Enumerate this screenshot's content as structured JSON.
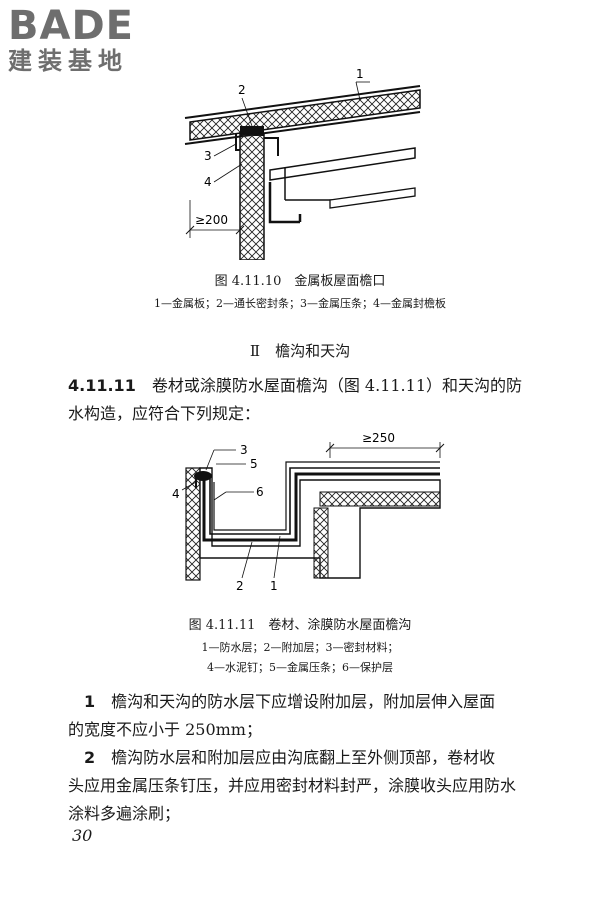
{
  "logo": {
    "wordmark": "BADE",
    "subtitle": "建装基地"
  },
  "figure1": {
    "labels": [
      "1",
      "2",
      "3",
      "4"
    ],
    "dimension": "≥200",
    "title": "图 4.11.10　金属板屋面檐口",
    "legend": "1—金属板；2—通长密封条；3—金属压条；4—金属封檐板"
  },
  "section": {
    "heading": "Ⅱ　檐沟和天沟"
  },
  "clause": {
    "number": "4.11.11",
    "text_line1": "卷材或涂膜防水屋面檐沟（图 4.11.11）和天沟的防",
    "text_line2": "水构造，应符合下列规定："
  },
  "figure2": {
    "labels": [
      "3",
      "5",
      "4",
      "6",
      "2",
      "1"
    ],
    "dimension": "≥250",
    "title": "图 4.11.11　卷材、涂膜防水屋面檐沟",
    "legend_line1": "1—防水层；2—附加层；3—密封材料；",
    "legend_line2": "4—水泥钉；5—金属压条；6—保护层"
  },
  "items": [
    {
      "number": "1",
      "line1": "檐沟和天沟的防水层下应增设附加层，附加层伸入屋面",
      "line2": "的宽度不应小于 250mm；"
    },
    {
      "number": "2",
      "line1": "檐沟防水层和附加层应由沟底翻上至外侧顶部，卷材收",
      "line2": "头应用金属压条钉压，并应用密封材料封严，涂膜收头应用防水",
      "line3": "涂料多遍涂刷；"
    }
  ],
  "page_number": "30"
}
